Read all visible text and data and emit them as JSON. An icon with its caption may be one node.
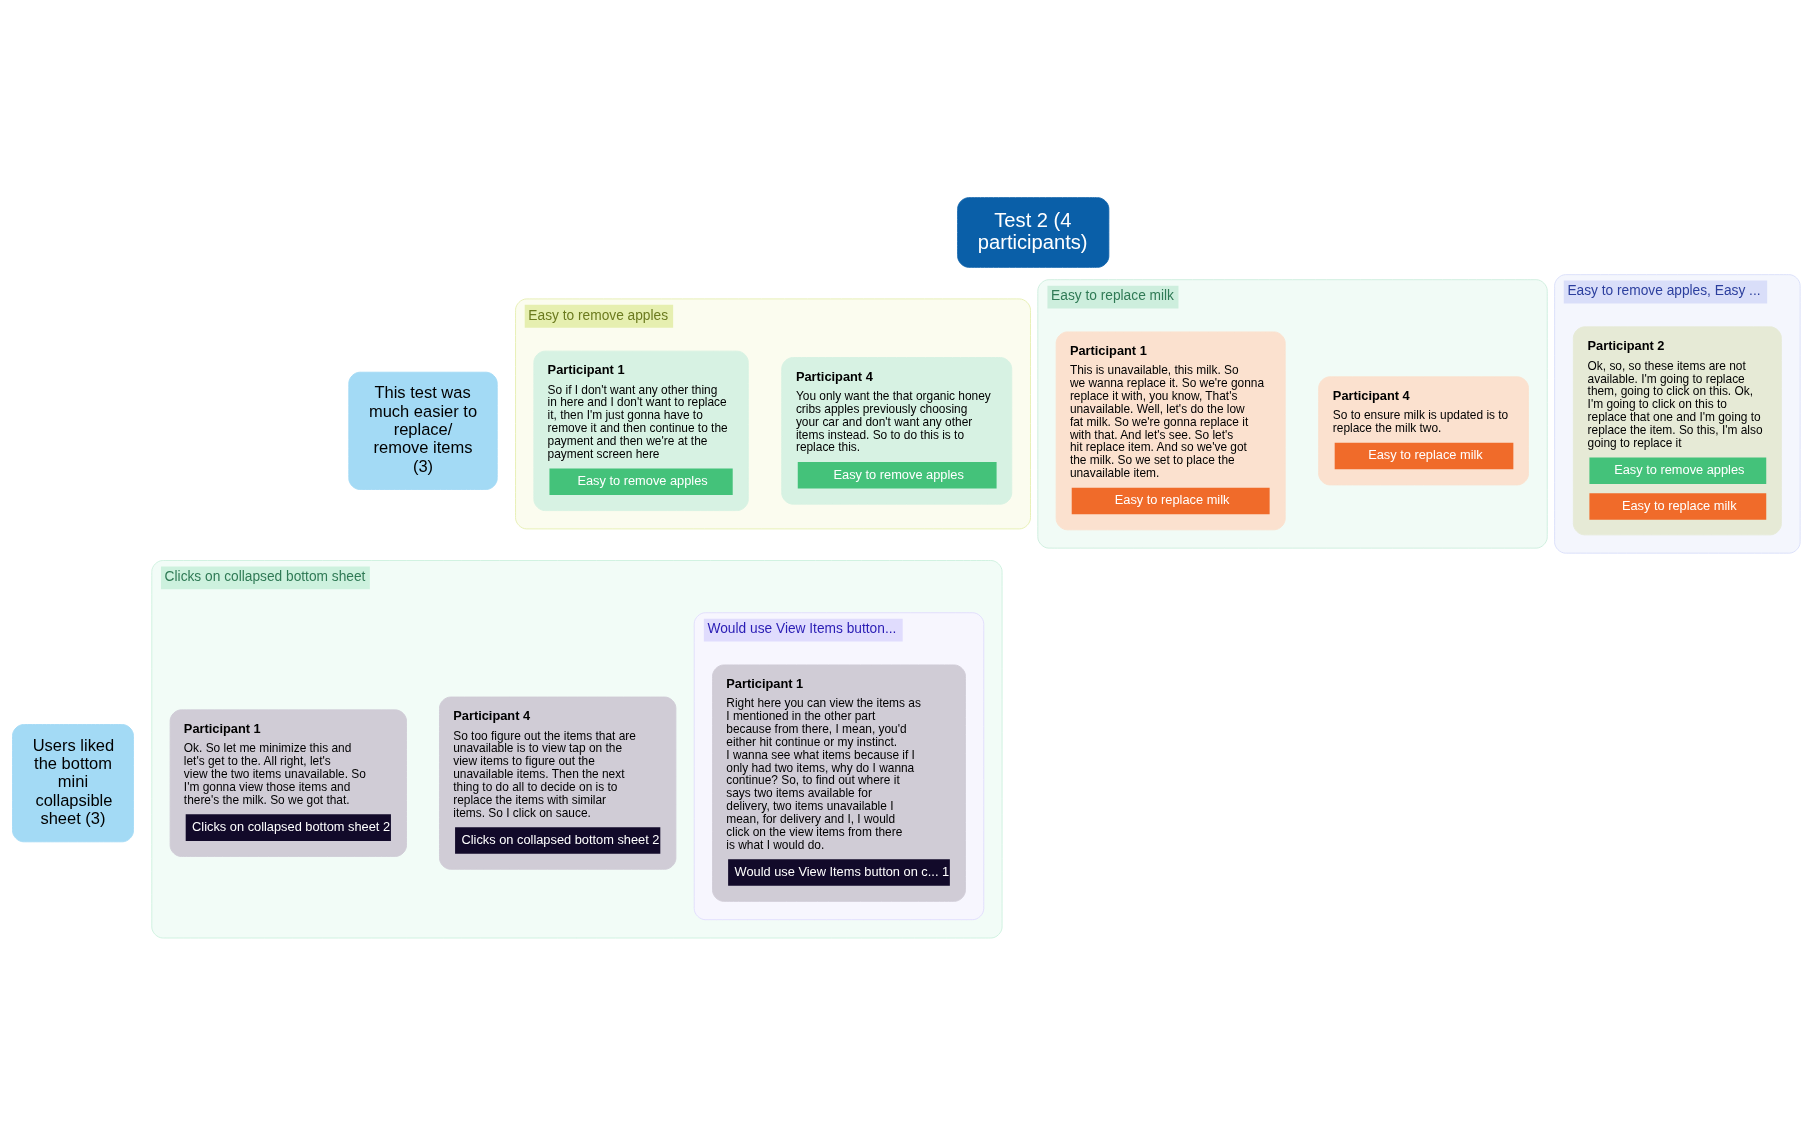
{
  "diagram": {
    "nodes": [
      {
        "text": [
          "Test 2 (4 participants)"
        ]
      },
      {
        "text": [
          "This test was much easier to replace/ remove items (3)"
        ]
      },
      {
        "text": [
          "Easy to remove apples"
        ]
      },
      {
        "text": [
          "Participant 4",
          "You only want the that organic honey cribs apples previously choosing your car and don't want any other items instead. So to do this is to replace this.",
          "Easy to remove apples"
        ],
        "in": 2
      },
      {
        "text": [
          "Participant 1",
          "So if I don't want any other thing in here and I don't want to replace it, then I'm just gonna have to remove it and then continue to the payment and then we're at the payment screen here",
          "Easy to remove apples"
        ],
        "in": 2
      },
      {
        "text": [
          "Easy to replace milk"
        ]
      },
      {
        "text": [
          "Participant 4",
          "So to ensure milk is updated is to replace the milk two.",
          "Easy to replace milk"
        ],
        "in": 5
      },
      {
        "text": [
          "Participant 1",
          "This is unavailable, this milk. So we wanna replace it. So we're gonna replace it with, you know, That's unavailable. Well, let's do the low fat milk. So we're gonna replace it with that. And let's see. So let's hit replace item. And so we've got the milk. So we set to place the unavailable item.",
          "Easy to replace milk"
        ],
        "in": 5
      },
      {
        "text": [
          "Easy to remove apples, Easy ..."
        ]
      },
      {
        "text": [
          "Participant 2",
          "Ok, so, so these items are not available. I'm going to replace them, going to click on this. Ok, I'm going to click on this to replace that one and I'm going to replace the item. So this, I'm also going to replace it",
          "Easy to remove apples",
          "Easy to replace milk"
        ],
        "in": 8
      },
      {
        "text": [
          "Users liked the bottom mini collapsible sheet (3)"
        ]
      },
      {
        "text": [
          "Clicks on collapsed bottom sheet"
        ]
      },
      {
        "text": [
          "Participant 4",
          "So too figure out the items that are unavailable is to view tap on the view items to figure out the unavailable items. Then the next thing to do all to decide on is to replace the items with similar items. So I click on sauce.",
          "Clicks on collapsed bottom sheet 2"
        ],
        "in": 11
      },
      {
        "text": [
          "Participant 1",
          "Ok. So let me minimize this and let's get to the. All right, let's view the two items unavailable. So I'm gonna view those items and there's the milk. So we got that.",
          "Clicks on collapsed bottom sheet 2"
        ],
        "in": 11
      },
      {
        "text": [
          "Would use View Items button..."
        ],
        "in": 11
      },
      {
        "text": [
          "Participant 1",
          "Right here you can view the items as I mentioned in the other part because from there, I mean, you'd either hit continue or my instinct. I wanna see what items because if I only had two items, why do I wanna continue? So, to find out where it says two items available for delivery, two items unavailable I mean, for delivery and I, I would click on the view items from there is what I would do.",
          "Would use View Items button on c... 1"
        ],
        "in": 14
      }
    ]
  }
}
